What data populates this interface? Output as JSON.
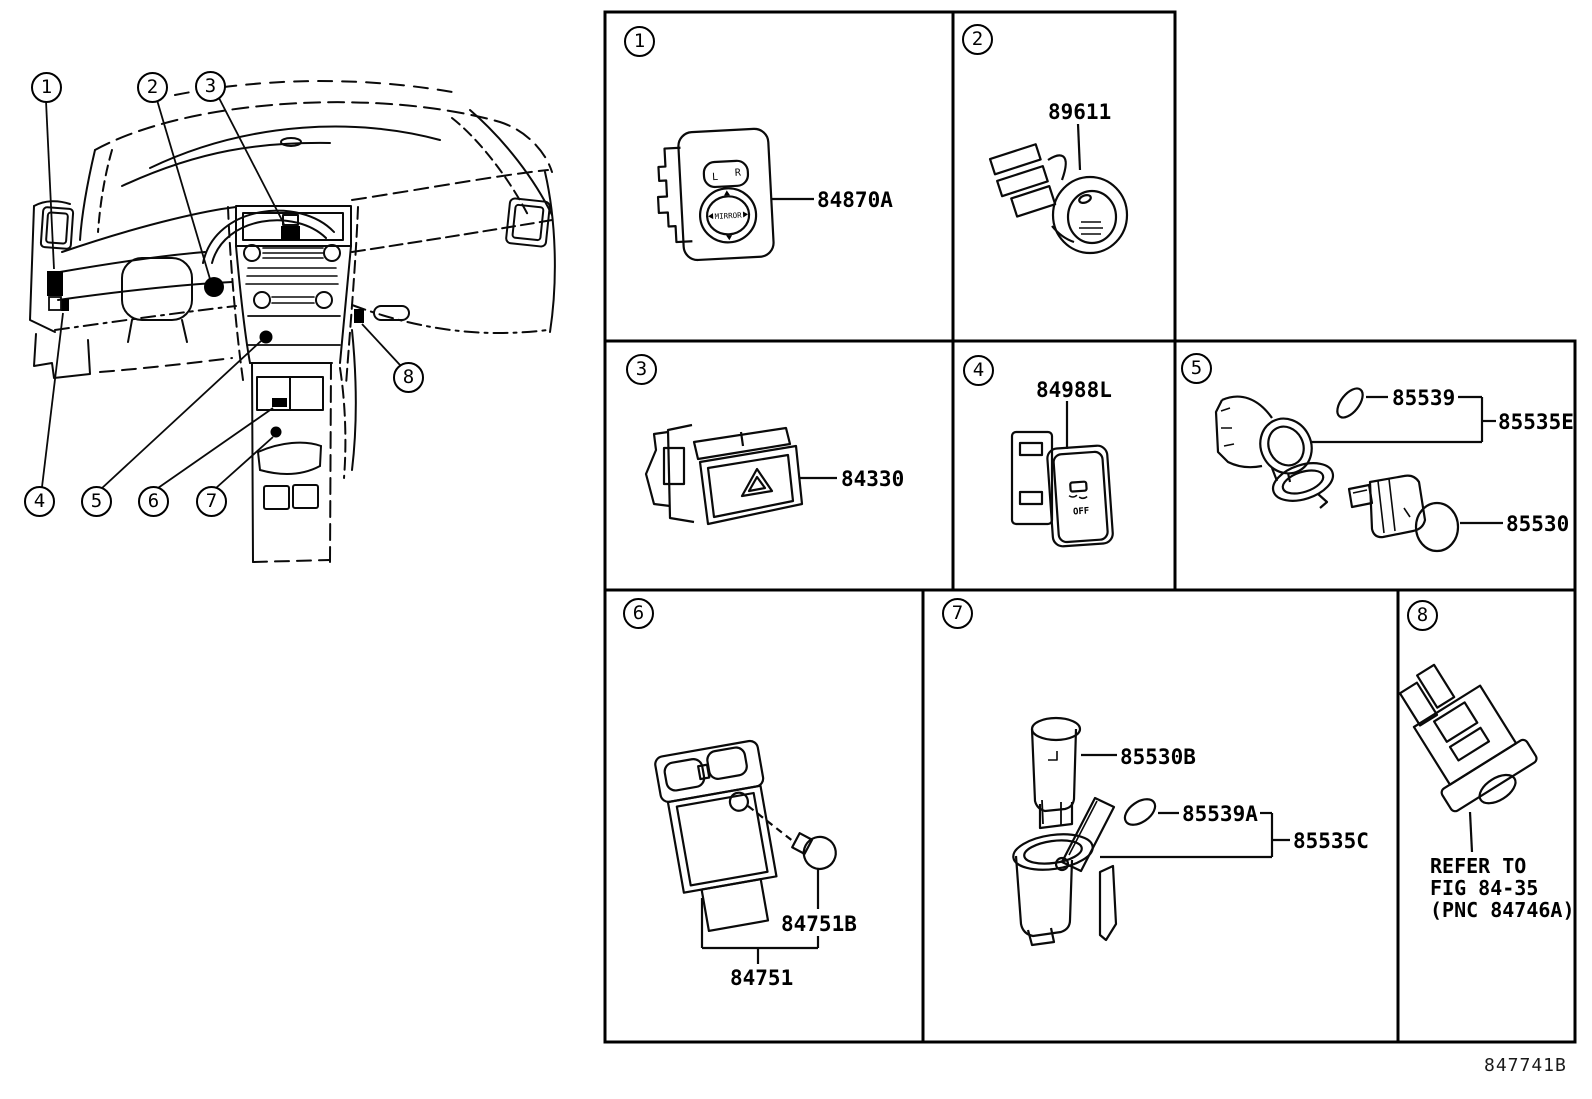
{
  "doc": {
    "figure_code": "847741B"
  },
  "callouts": {
    "c1": "1",
    "c2": "2",
    "c3": "3",
    "c4": "4",
    "c5": "5",
    "c6": "6",
    "c7": "7",
    "c8": "8"
  },
  "cells": {
    "cell1": {
      "num": "1",
      "part_label": "84870A",
      "switch_face": {
        "left": "L",
        "right": "R",
        "knob": "MIRROR"
      }
    },
    "cell2": {
      "num": "2",
      "part_label": "89611"
    },
    "cell3": {
      "num": "3",
      "part_label": "84330"
    },
    "cell4": {
      "num": "4",
      "part_label": "84988L",
      "switch_face": {
        "off": "OFF"
      }
    },
    "cell5": {
      "num": "5",
      "labels": {
        "ring": "85539",
        "assembly": "85535E",
        "plug": "85530"
      }
    },
    "cell6": {
      "num": "6",
      "labels": {
        "bulb": "84751B",
        "switch": "84751"
      }
    },
    "cell7": {
      "num": "7",
      "labels": {
        "socket": "85530B",
        "ring": "85539A",
        "assembly": "85535C"
      }
    },
    "cell8": {
      "num": "8",
      "note": {
        "line1": "REFER TO",
        "line2": "FIG 84-35",
        "line3": "(PNC 84746A)"
      }
    }
  }
}
